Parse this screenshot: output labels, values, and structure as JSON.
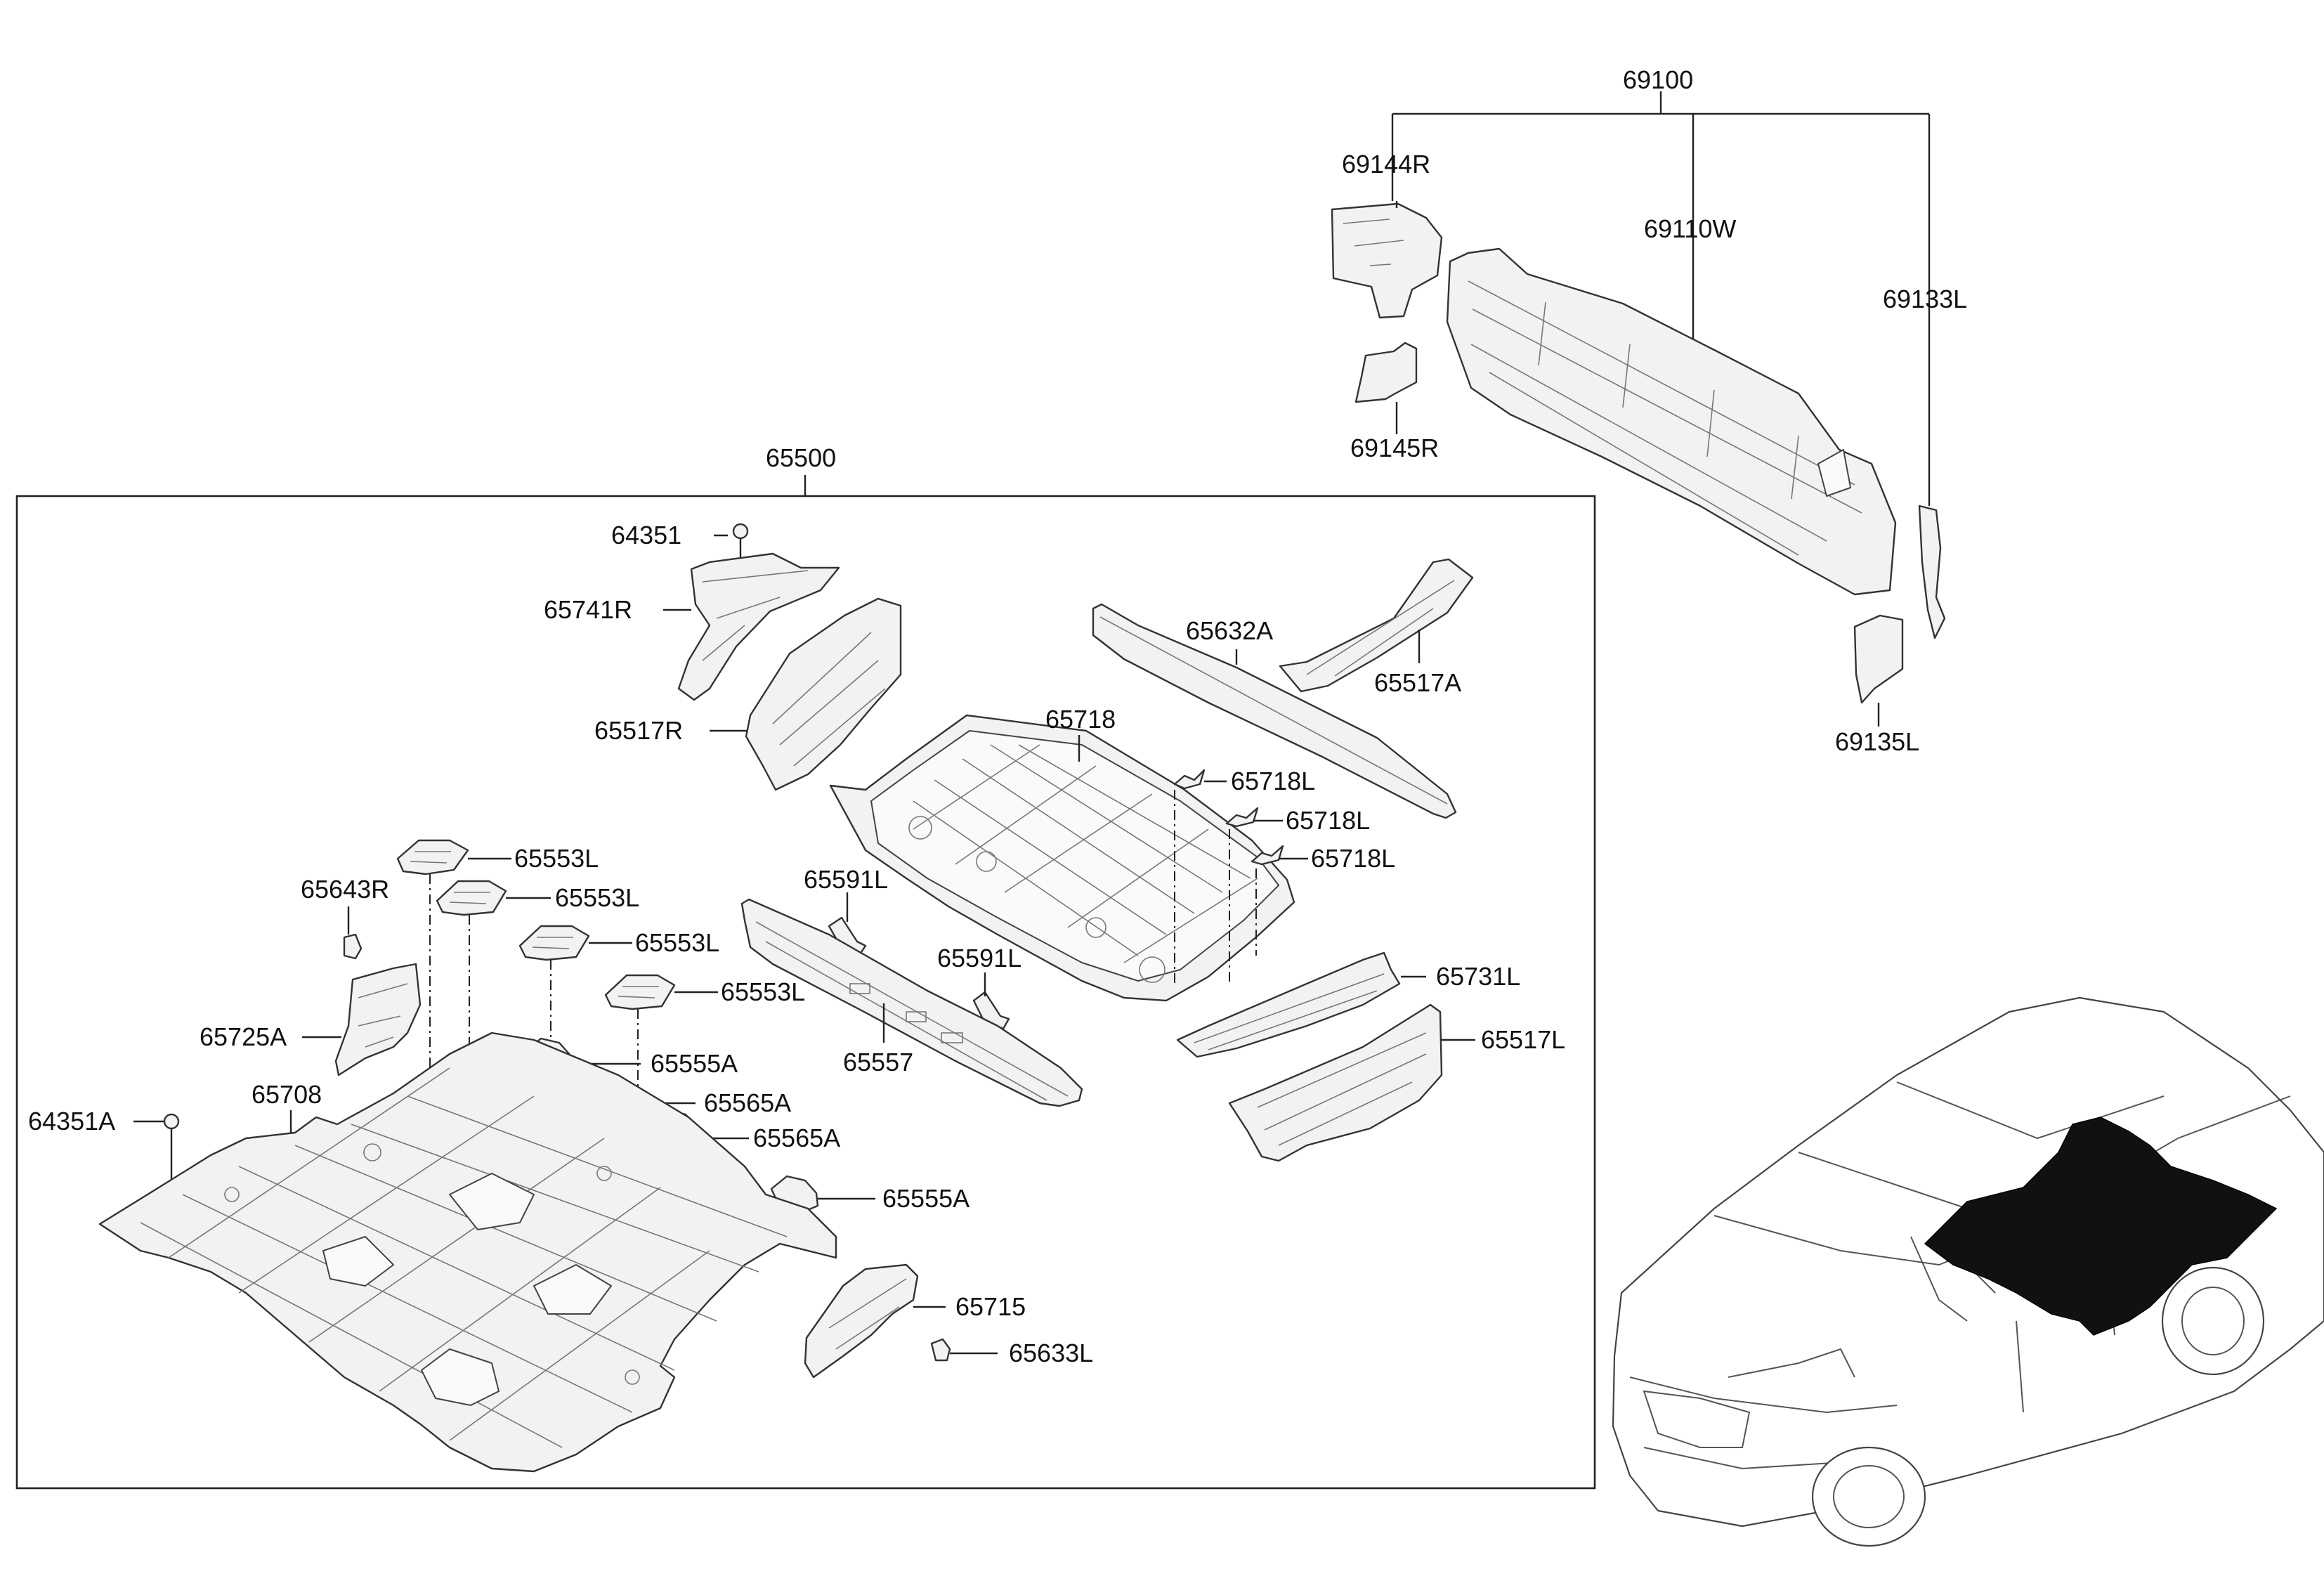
{
  "labels": {
    "l69100": "69100",
    "l69144R": "69144R",
    "l69110W": "69110W",
    "l69133L": "69133L",
    "l69145R": "69145R",
    "l69135L": "69135L",
    "l65500": "65500",
    "l64351": "64351",
    "l65741R": "65741R",
    "l65632A": "65632A",
    "l65517A": "65517A",
    "l65517R": "65517R",
    "l65718": "65718",
    "l65718L_1": "65718L",
    "l65718L_2": "65718L",
    "l65718L_3": "65718L",
    "l65553L_1": "65553L",
    "l65553L_2": "65553L",
    "l65553L_3": "65553L",
    "l65553L_4": "65553L",
    "l65643R": "65643R",
    "l65591L_1": "65591L",
    "l65591L_2": "65591L",
    "l65731L": "65731L",
    "l65725A": "65725A",
    "l65557": "65557",
    "l65517L": "65517L",
    "l65555A_1": "65555A",
    "l65708": "65708",
    "l65565A_1": "65565A",
    "l64351A": "64351A",
    "l65565A_2": "65565A",
    "l65555A_2": "65555A",
    "l65715": "65715",
    "l65633L": "65633L"
  }
}
